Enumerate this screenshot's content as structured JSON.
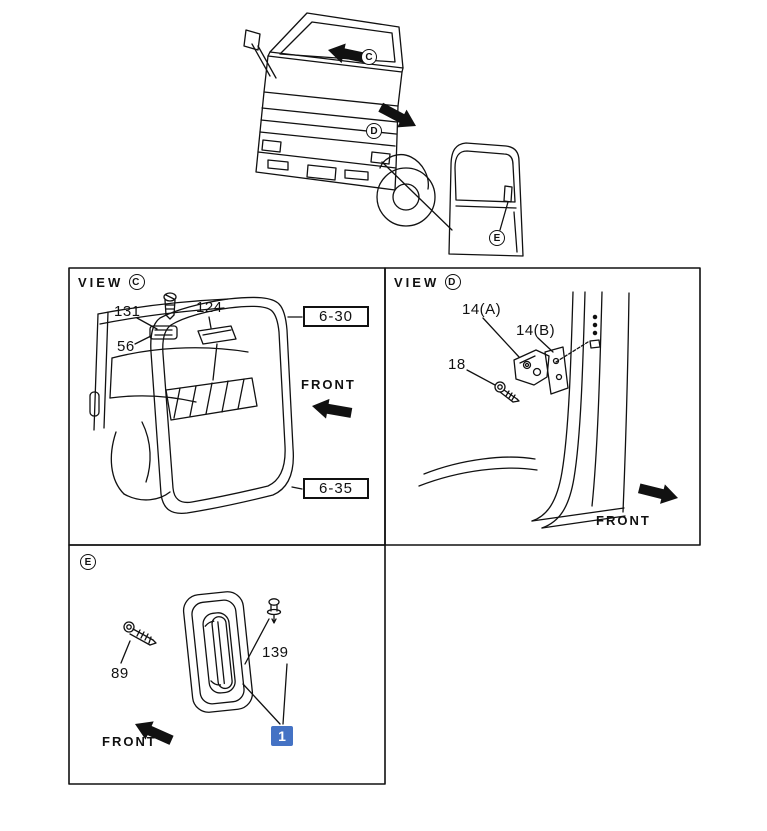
{
  "colors": {
    "highlight_bg": "#4472c4",
    "highlight_text": "#ffffff",
    "line": "#111111"
  },
  "top": {
    "callout_c": "C",
    "callout_d": "D",
    "callout_e": "E"
  },
  "panels": {
    "view_c": {
      "title": "VIEW",
      "callout": "C",
      "labels": [
        "131",
        "124",
        "56"
      ],
      "refs": [
        "6-30",
        "6-35"
      ],
      "front": "FRONT"
    },
    "view_d": {
      "title": "VIEW",
      "callout": "D",
      "labels": [
        "14(A)",
        "14(B)",
        "18"
      ],
      "front": "FRONT"
    },
    "view_e": {
      "callout": "E",
      "labels": [
        "89",
        "139"
      ],
      "highlight_label": "1",
      "front": "FRONT"
    }
  }
}
